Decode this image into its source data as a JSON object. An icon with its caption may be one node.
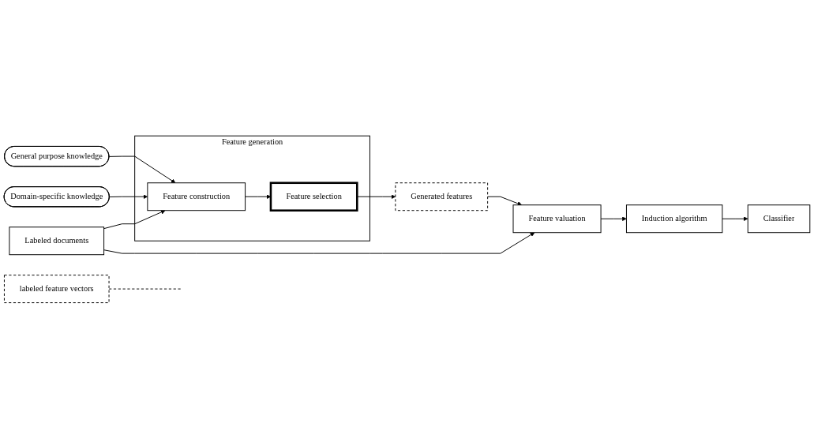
{
  "diagram": {
    "nodes": [
      {
        "text": [
          "General purpose knowledge"
        ]
      },
      {
        "text": [
          "Domain-specific knowledge"
        ]
      },
      {
        "text": [
          "Feature generation"
        ]
      },
      {
        "text": [
          "Feature construction"
        ],
        "in": 2
      },
      {
        "text": [
          "Feature selection"
        ],
        "in": 2
      },
      {
        "text": [
          "Generated features"
        ]
      },
      {
        "text": [
          "Labeled documents"
        ]
      },
      {
        "text": [
          "Feature valuation"
        ]
      },
      {
        "text": [
          "labeled feature vectors"
        ]
      },
      {
        "text": [
          "Induction algorithm"
        ]
      },
      {
        "text": [
          "Classifier"
        ]
      }
    ],
    "edges": [
      {
        "from": 0,
        "to": 3,
        "arrow": "to"
      },
      {
        "from": 1,
        "to": 3,
        "arrow": "to"
      },
      {
        "from": 6,
        "to": 3,
        "arrow": "to"
      },
      {
        "from": 3,
        "to": 4,
        "arrow": "to"
      },
      {
        "from": 4,
        "to": 5,
        "arrow": "to"
      },
      {
        "from": 5,
        "to": 7,
        "arrow": "to"
      },
      {
        "from": 6,
        "to": 7,
        "arrow": "to"
      },
      {
        "from": 7,
        "to": 9,
        "arrow": "to"
      },
      {
        "from": 8,
        "to": null,
        "arrow": "none",
        "style": "dashed"
      },
      {
        "from": 9,
        "to": 10,
        "arrow": "to"
      }
    ]
  }
}
